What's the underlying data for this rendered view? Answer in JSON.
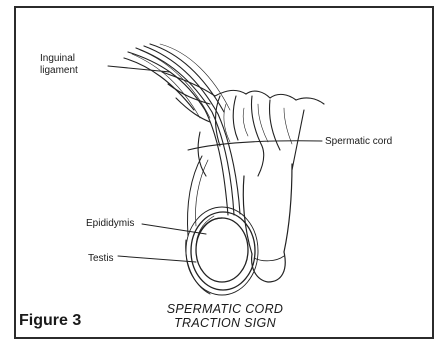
{
  "labels": {
    "inguinal_ligament": "Inguinal\nligament",
    "spermatic_cord": "Spermatic cord",
    "epididymis": "Epididymis",
    "testis": "Testis"
  },
  "caption": {
    "line1": "SPERMATIC CORD",
    "line2": "TRACTION SIGN"
  },
  "figure_number": "Figure 3"
}
